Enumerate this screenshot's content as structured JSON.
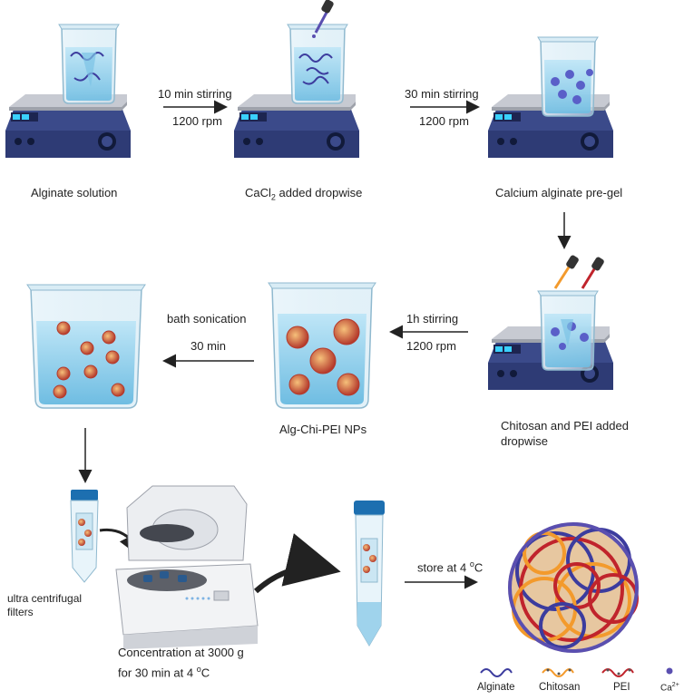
{
  "steps": {
    "alginate_solution": "Alginate solution",
    "cacl2_prefix": "CaCl",
    "cacl2_sub": "2",
    "cacl2_suffix": " added dropwise",
    "calcium_pregel": "Calcium alginate pre-gel",
    "chitosan_pei_line1": "Chitosan and PEI added",
    "chitosan_pei_line2": "dropwise",
    "nps": "Alg-Chi-PEI NPs",
    "filters_line1": "ultra centrifugal",
    "filters_line2": "filters",
    "concentration_line1": "Concentration at 3000 g",
    "concentration_line2_prefix": "for 30 min at 4 ",
    "concentration_line2_sup": "o",
    "concentration_line2_suffix": "C"
  },
  "arrows": {
    "a1_top": "10 min stirring",
    "a1_bottom": "1200 rpm",
    "a2_top": "30 min stirring",
    "a2_bottom": "1200 rpm",
    "a3_top": "1h stirring",
    "a3_bottom": "1200 rpm",
    "a4_top": "bath sonication",
    "a4_bottom": "30 min",
    "store_prefix": "store at 4 ",
    "store_sup": "o",
    "store_suffix": "C"
  },
  "legend": {
    "alginate": "Alginate",
    "chitosan": "Chitosan",
    "pei": "PEI",
    "ca_base": "Ca",
    "ca_sup": "2+"
  },
  "colors": {
    "stirrer_body": "#3b4a8a",
    "stirrer_plate": "#b9bcc4",
    "water": "#9fd3ec",
    "alginate": "#3c3c9e",
    "chitosan": "#f39a2c",
    "pei": "#c0242c",
    "calcium": "#5a4fb0"
  }
}
